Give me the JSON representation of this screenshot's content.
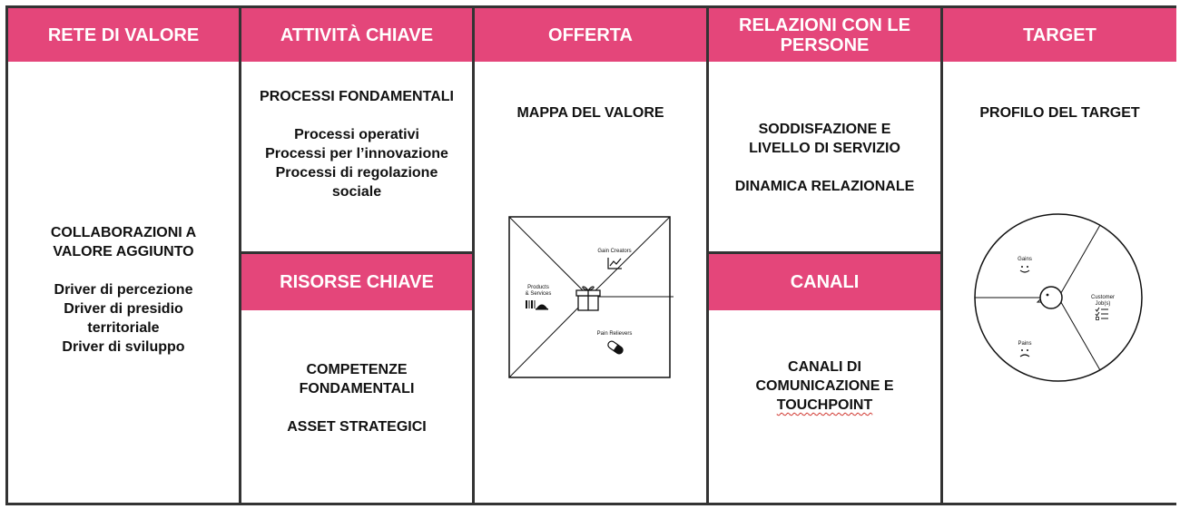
{
  "colors": {
    "accent": "#e4467a",
    "frame": "#333333",
    "text": "#111111"
  },
  "columns": {
    "rete": {
      "title": "RETE DI VALORE",
      "lines": [
        "COLLABORAZIONI A",
        "VALORE AGGIUNTO",
        "",
        "Driver di percezione",
        "Driver di presidio",
        "territoriale",
        "Driver di sviluppo"
      ]
    },
    "attivita": {
      "title": "ATTIVITÀ CHIAVE",
      "lines": [
        "PROCESSI FONDAMENTALI",
        "",
        "Processi operativi",
        "Processi per l’innovazione",
        "Processi di regolazione",
        "sociale"
      ]
    },
    "risorse": {
      "title": "RISORSE CHIAVE",
      "lines": [
        "COMPETENZE",
        "FONDAMENTALI",
        "",
        "ASSET STRATEGICI"
      ]
    },
    "offerta": {
      "title": "OFFERTA",
      "lines": [
        "MAPPA DEL VALORE"
      ],
      "value_map": {
        "gain_creators": "Gain Creators",
        "products_services_1": "Products",
        "products_services_2": "& Services",
        "pain_relievers": "Pain Relievers",
        "icons": [
          "chart-icon",
          "gift-icon",
          "barcode-icon",
          "pill-icon"
        ]
      }
    },
    "relazioni": {
      "title_1": "RELAZIONI CON LE",
      "title_2": "PERSONE",
      "lines": [
        "SODDISFAZIONE E",
        "LIVELLO DI SERVIZIO",
        "",
        "DINAMICA RELAZIONALE"
      ]
    },
    "canali": {
      "title": "CANALI",
      "lines": [
        "CANALI DI",
        "COMUNICAZIONE E"
      ],
      "touchpoint": "TOUCHPOINT"
    },
    "target": {
      "title": "TARGET",
      "lines": [
        "PROFILO DEL TARGET"
      ],
      "profile": {
        "gains": "Gains",
        "pains": "Pains",
        "customer_jobs_1": "Customer",
        "customer_jobs_2": "Job(s)",
        "icons": [
          "smile-icon",
          "frown-icon",
          "checklist-icon",
          "face-icon"
        ]
      }
    }
  }
}
